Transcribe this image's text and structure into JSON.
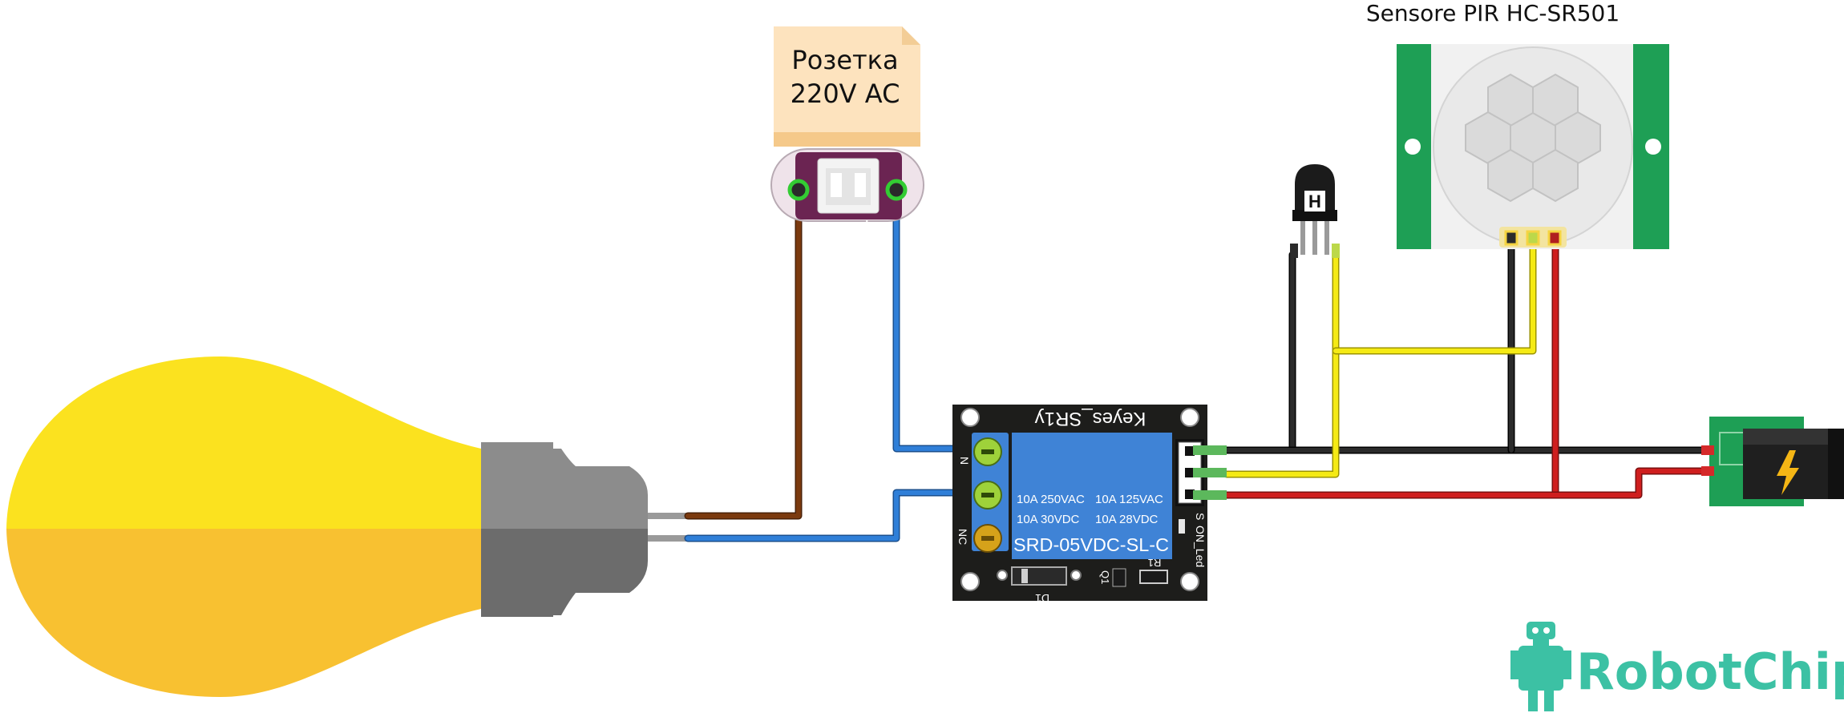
{
  "pir_sensor": {
    "title": "Sensore PIR HC-SR501"
  },
  "outlet": {
    "label_line1": "Розетка",
    "label_line2": "220V AC",
    "pin_minus": "-",
    "pin_plus": "+"
  },
  "relay": {
    "name": "Keyes_SR1y",
    "rating_ac_a": "10A 250VAC",
    "rating_ac_b": "10A 125VAC",
    "rating_dc_a": "10A  30VDC",
    "rating_dc_b": "10A  28VDC",
    "model": "SRD-05VDC-SL-C",
    "term_no": "N",
    "term_nc": "NC",
    "pin_s": "S",
    "on_led": "ON_Led",
    "d1": "D1",
    "q1": "Q1",
    "r1": "R1"
  },
  "logo": {
    "text": "RobotChip"
  },
  "colors": {
    "bulb_top": "#fbe21f",
    "bulb_bottom": "#f8c131",
    "relay_board": "#1d1d1b",
    "relay_body": "#3f83d6",
    "pcb_green": "#1e9f55",
    "wire_brown": "#7b3a0f",
    "wire_blue": "#2f7fd8",
    "wire_black": "#1a1a1a",
    "wire_yellow": "#f5ea14",
    "wire_red": "#cf1e1e",
    "logo_teal": "#3cc1a4"
  }
}
